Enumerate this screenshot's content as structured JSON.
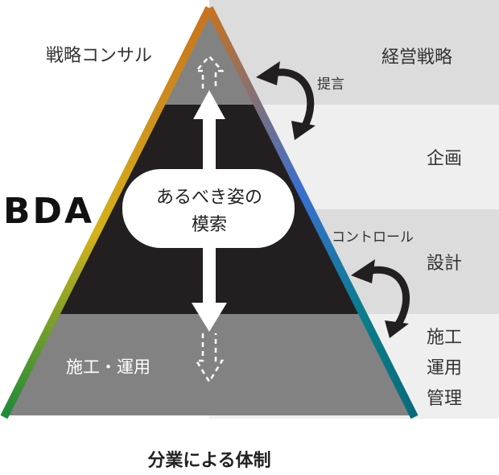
{
  "layers": {
    "top": "経営戦略",
    "planning": "企画",
    "design": "設計",
    "bottom_lines": [
      "施工",
      "運用",
      "管理"
    ]
  },
  "labels": {
    "strategy_consulting": "戦略コンサル",
    "proposal": "提言",
    "control": "コントロール",
    "construction_operation": "施工・運用",
    "bda": "BDA",
    "ideal_lines": [
      "あるべき姿の",
      "模索"
    ],
    "caption": "分業による体制"
  },
  "colors": {
    "band_dark": "#dcdcdc",
    "band_light": "#efefef",
    "triangle_gray": "#828282",
    "triangle_black": "#231f20",
    "border_gradient": [
      "#c8721f",
      "#3a6fd0",
      "#0a7d8c",
      "#1d8a3a",
      "#d4b21c"
    ]
  }
}
